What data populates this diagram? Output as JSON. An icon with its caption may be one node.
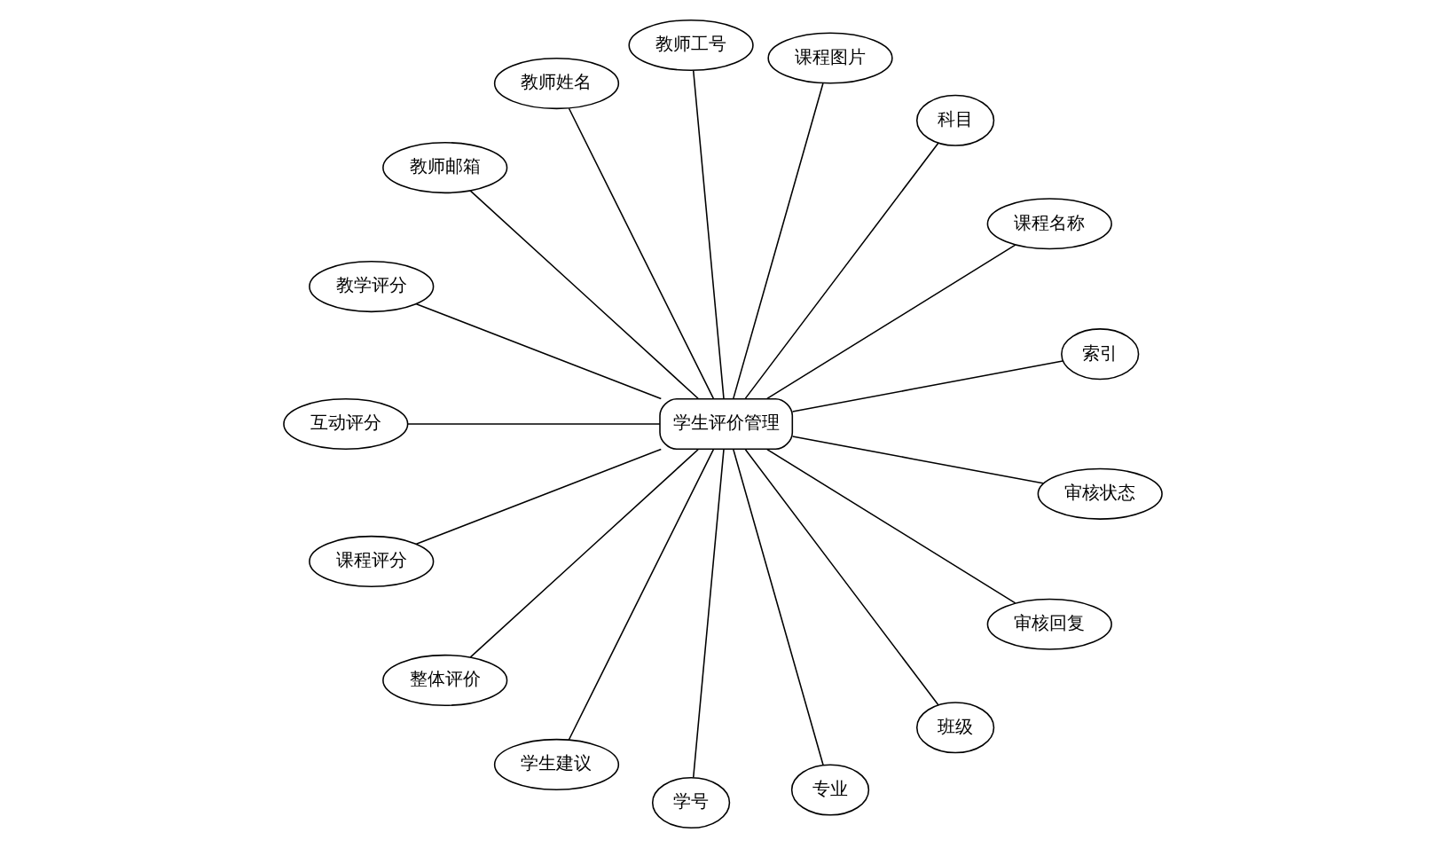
{
  "diagram": {
    "nodes": [
      {
        "text": [
          "索引"
        ]
      },
      {
        "text": [
          "课程名称"
        ]
      },
      {
        "text": [
          "科目"
        ]
      },
      {
        "text": [
          "课程图片"
        ]
      },
      {
        "text": [
          "教师工号"
        ]
      },
      {
        "text": [
          "教师姓名"
        ]
      },
      {
        "text": [
          "教师邮箱"
        ]
      },
      {
        "text": [
          "教学评分"
        ]
      },
      {
        "text": [
          "互动评分"
        ]
      },
      {
        "text": [
          "课程评分"
        ]
      },
      {
        "text": [
          "整体评价"
        ]
      },
      {
        "text": [
          "学生建议"
        ]
      },
      {
        "text": [
          "学号"
        ]
      },
      {
        "text": [
          "专业"
        ]
      },
      {
        "text": [
          "班级"
        ]
      },
      {
        "text": [
          "审核回复"
        ]
      },
      {
        "text": [
          "审核状态"
        ]
      },
      {
        "text": [
          "学生评价管理"
        ]
      }
    ],
    "edges": [
      {
        "from": 17,
        "to": 0,
        "arrow": "none"
      },
      {
        "from": 17,
        "to": 1,
        "arrow": "none"
      },
      {
        "from": 17,
        "to": 2,
        "arrow": "none"
      },
      {
        "from": 17,
        "to": 3,
        "arrow": "none"
      },
      {
        "from": 17,
        "to": 4,
        "arrow": "none"
      },
      {
        "from": 17,
        "to": 5,
        "arrow": "none"
      },
      {
        "from": 17,
        "to": 6,
        "arrow": "none"
      },
      {
        "from": 17,
        "to": 7,
        "arrow": "none"
      },
      {
        "from": 17,
        "to": 8,
        "arrow": "none"
      },
      {
        "from": 17,
        "to": 9,
        "arrow": "none"
      },
      {
        "from": 17,
        "to": 10,
        "arrow": "none"
      },
      {
        "from": 17,
        "to": 11,
        "arrow": "none"
      },
      {
        "from": 17,
        "to": 12,
        "arrow": "none"
      },
      {
        "from": 17,
        "to": 13,
        "arrow": "none"
      },
      {
        "from": 17,
        "to": 14,
        "arrow": "none"
      },
      {
        "from": 17,
        "to": 15,
        "arrow": "none"
      },
      {
        "from": 17,
        "to": 16,
        "arrow": "none"
      }
    ]
  }
}
